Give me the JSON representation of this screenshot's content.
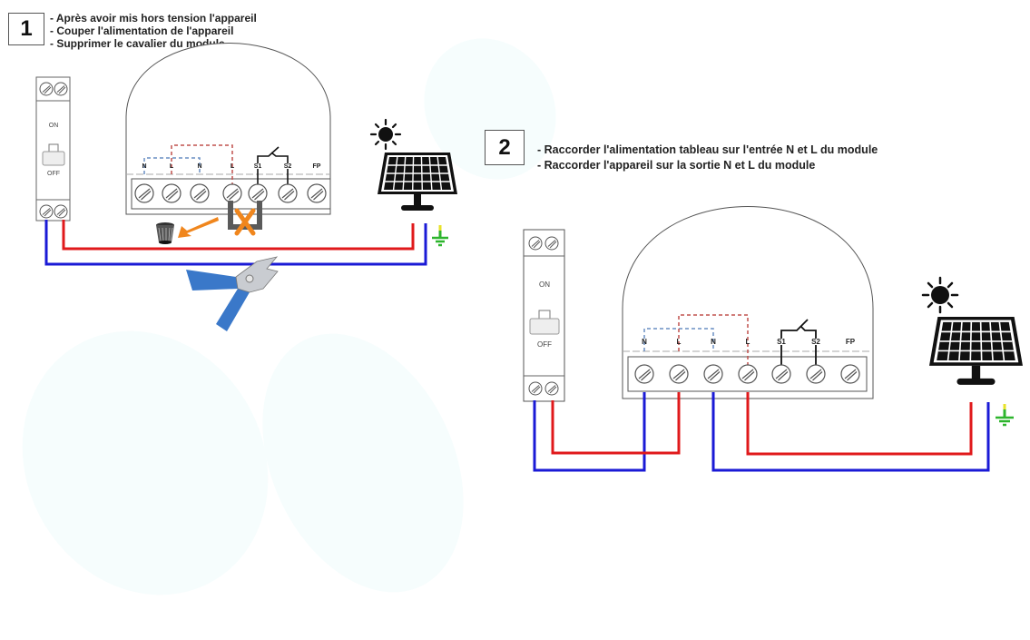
{
  "steps": [
    {
      "number": "1",
      "instructions": [
        "- Après avoir mis hors tension l'appareil",
        "- Couper l'alimentation de l'appareil",
        "- Supprimer le cavalier du module"
      ]
    },
    {
      "number": "2",
      "instructions": [
        "- Raccorder l'alimentation tableau sur l'entrée N et L du module",
        "- Raccorder l'appareil sur la sortie N et L du module"
      ]
    }
  ],
  "breaker": {
    "on_label": "ON",
    "off_label": "OFF"
  },
  "module": {
    "terminal_labels": [
      "N",
      "L",
      "N",
      "L",
      "S1",
      "S2",
      "FP"
    ]
  },
  "icons": {
    "sun": "sun-icon",
    "solar_panel": "solar-panel-icon",
    "ground": "ground-icon",
    "trash": "trash-icon",
    "cutter": "wire-cutter-icon",
    "remove": "cross-icon"
  },
  "colors": {
    "live_wire": "#e0191b",
    "neutral_wire": "#1a1ad6",
    "live_dashed": "#c0504d",
    "neutral_dashed": "#6a8fc4",
    "ground_green": "#2db52d",
    "ground_yellow": "#e8e22a",
    "jumper": "#5a5a5a",
    "arrow_orange": "#f0861d",
    "cutter_blue": "#3a78c9"
  }
}
